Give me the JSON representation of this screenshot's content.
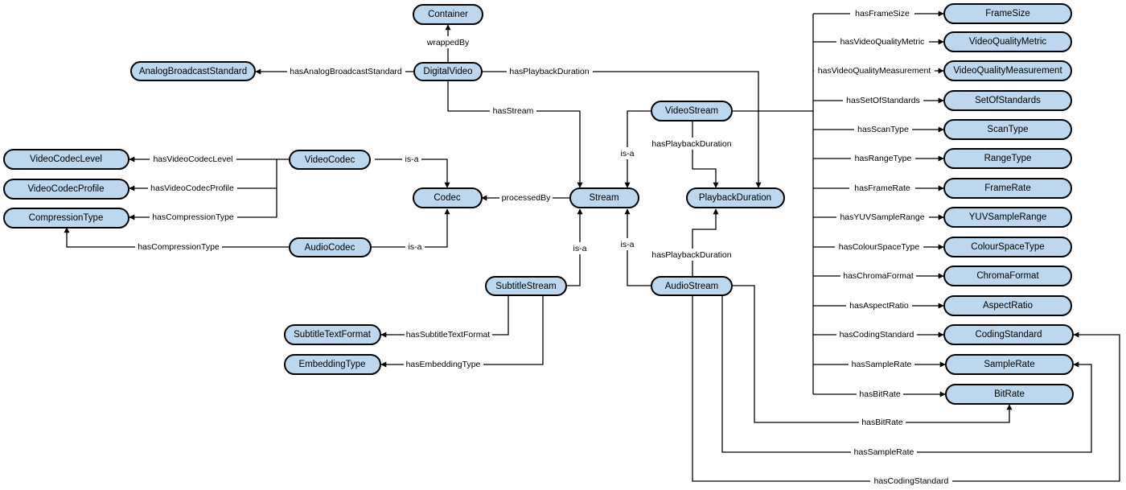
{
  "diagram": {
    "nodes": {
      "container": "Container",
      "digitalvideo": "DigitalVideo",
      "analog": "AnalogBroadcastStandard",
      "videocodec": "VideoCodec",
      "audiocodec": "AudioCodec",
      "codec": "Codec",
      "stream": "Stream",
      "videostream": "VideoStream",
      "audiostream": "AudioStream",
      "subtitlestream": "SubtitleStream",
      "playbackduration": "PlaybackDuration",
      "codeclevel": "VideoCodecLevel",
      "codecprofile": "VideoCodecProfile",
      "compressiontype": "CompressionType",
      "subtitletextformat": "SubtitleTextFormat",
      "embeddingtype": "EmbeddingType",
      "framesize": "FrameSize",
      "vqmetric": "VideoQualityMetric",
      "vqmeasurement": "VideoQualityMeasurement",
      "setofstandards": "SetOfStandards",
      "scantype": "ScanType",
      "rangetype": "RangeType",
      "framerate": "FrameRate",
      "yuvrange": "YUVSampleRange",
      "colourspace": "ColourSpaceType",
      "chromaformat": "ChromaFormat",
      "aspectratio": "AspectRatio",
      "codingstandard": "CodingStandard",
      "samplerate": "SampleRate",
      "bitrate": "BitRate"
    },
    "edges": {
      "wrappedby": "wrappedBy",
      "hasanalog": "hasAnalogBroadcastStandard",
      "dv_playback": "hasPlaybackDuration",
      "dv_stream": "hasStream",
      "vc_isa": "is-a",
      "ac_isa": "is-a",
      "vc_level": "hasVideoCodecLevel",
      "vc_profile": "hasVideoCodecProfile",
      "vc_compression": "hasCompressionType",
      "ac_compression": "hasCompressionType",
      "processedby": "processedBy",
      "vs_isa": "is-a",
      "vs_playback": "hasPlaybackDuration",
      "as_isa": "is-a",
      "as_playback": "hasPlaybackDuration",
      "ss_isa": "is-a",
      "ss_textformat": "hasSubtitleTextFormat",
      "ss_embedding": "hasEmbeddingType",
      "vs_framesize": "hasFrameSize",
      "vs_vqmetric": "hasVideoQualityMetric",
      "vs_vqmeasurement": "hasVideoQualityMeasurement",
      "vs_setofstandards": "hasSetOfStandards",
      "vs_scantype": "hasScanType",
      "vs_rangetype": "hasRangeType",
      "vs_framerate": "hasFrameRate",
      "vs_yuvrange": "hasYUVSampleRange",
      "vs_colourspace": "hasColourSpaceType",
      "vs_chroma": "hasChromaFormat",
      "vs_aspect": "hasAspectRatio",
      "vs_coding": "hasCodingStandard",
      "vs_samplerate": "hasSampleRate",
      "vs_bitrate": "hasBitRate",
      "as_bitrate": "hasBitRate",
      "as_samplerate": "hasSampleRate",
      "as_coding": "hasCodingStandard"
    }
  },
  "colors": {
    "node_fill": "#bdd8ee",
    "node_stroke": "#000000",
    "edge_stroke": "#000000",
    "background": "#ffffff"
  }
}
